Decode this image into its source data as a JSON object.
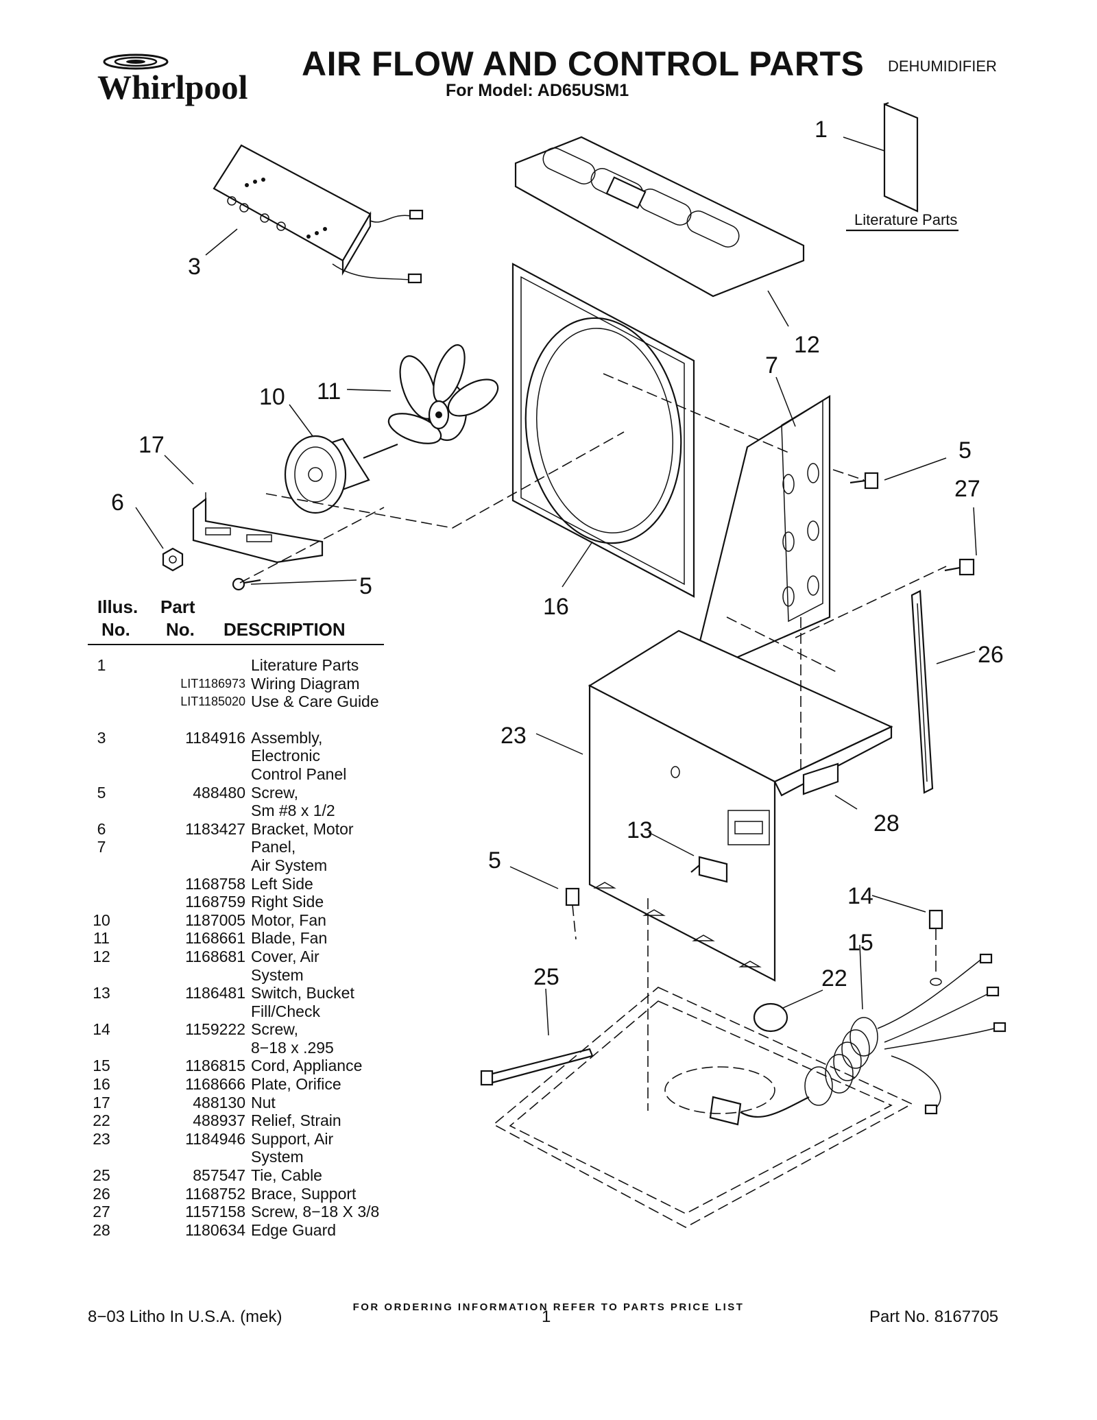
{
  "header": {
    "brand": "Whirlpool",
    "title": "AIR FLOW AND CONTROL PARTS",
    "subtitle": "For Model: AD65USM1",
    "category": "DEHUMIDIFIER"
  },
  "diagram": {
    "literature_label": "Literature Parts",
    "callouts": [
      "1",
      "3",
      "12",
      "7",
      "10",
      "11",
      "17",
      "6",
      "5",
      "5",
      "27",
      "16",
      "26",
      "23",
      "28",
      "13",
      "5",
      "14",
      "15",
      "25",
      "22"
    ]
  },
  "parts_table": {
    "headers": {
      "illus_line1": "Illus.",
      "illus_line2": "No.",
      "part_line1": "Part",
      "part_line2": "No.",
      "description": "DESCRIPTION"
    },
    "rows": [
      {
        "illus": "1",
        "part": "",
        "desc": "Literature Parts"
      },
      {
        "illus": "",
        "part": "LIT1186973",
        "desc": "Wiring Diagram"
      },
      {
        "illus": "",
        "part": "LIT1185020",
        "desc": "Use & Care Guide"
      },
      {
        "illus": "3",
        "part": "1184916",
        "desc": "Assembly,"
      },
      {
        "illus": "",
        "part": "",
        "desc": "Electronic"
      },
      {
        "illus": "",
        "part": "",
        "desc": "Control Panel"
      },
      {
        "illus": "5",
        "part": "488480",
        "desc": "Screw,"
      },
      {
        "illus": "",
        "part": "",
        "desc": "Sm #8 x 1/2"
      },
      {
        "illus": "6",
        "part": "1183427",
        "desc": "Bracket, Motor"
      },
      {
        "illus": "7",
        "part": "",
        "desc": "Panel,"
      },
      {
        "illus": "",
        "part": "",
        "desc": "Air System"
      },
      {
        "illus": "",
        "part": "1168758",
        "desc": "Left Side"
      },
      {
        "illus": "",
        "part": "1168759",
        "desc": "Right Side"
      },
      {
        "illus": "10",
        "part": "1187005",
        "desc": "Motor, Fan"
      },
      {
        "illus": "11",
        "part": "1168661",
        "desc": "Blade, Fan"
      },
      {
        "illus": "12",
        "part": "1168681",
        "desc": "Cover, Air"
      },
      {
        "illus": "",
        "part": "",
        "desc": "System"
      },
      {
        "illus": "13",
        "part": "1186481",
        "desc": "Switch, Bucket"
      },
      {
        "illus": "",
        "part": "",
        "desc": "Fill/Check"
      },
      {
        "illus": "14",
        "part": "1159222",
        "desc": "Screw,"
      },
      {
        "illus": "",
        "part": "",
        "desc": "8−18 x .295"
      },
      {
        "illus": "15",
        "part": "1186815",
        "desc": "Cord, Appliance"
      },
      {
        "illus": "16",
        "part": "1168666",
        "desc": "Plate, Orifice"
      },
      {
        "illus": "17",
        "part": "488130",
        "desc": "Nut"
      },
      {
        "illus": "22",
        "part": "488937",
        "desc": "Relief, Strain"
      },
      {
        "illus": "23",
        "part": "1184946",
        "desc": "Support, Air"
      },
      {
        "illus": "",
        "part": "",
        "desc": "System"
      },
      {
        "illus": "25",
        "part": "857547",
        "desc": "Tie, Cable"
      },
      {
        "illus": "26",
        "part": "1168752",
        "desc": "Brace, Support"
      },
      {
        "illus": "27",
        "part": "1157158",
        "desc": "Screw, 8−18 X 3/8"
      },
      {
        "illus": "28",
        "part": "1180634",
        "desc": "Edge Guard"
      }
    ]
  },
  "footer": {
    "ordering_note": "FOR ORDERING INFORMATION REFER TO PARTS PRICE LIST",
    "left": "8−03 Litho In U.S.A. (mek)",
    "page": "1",
    "part_no": "Part No. 8167705"
  }
}
